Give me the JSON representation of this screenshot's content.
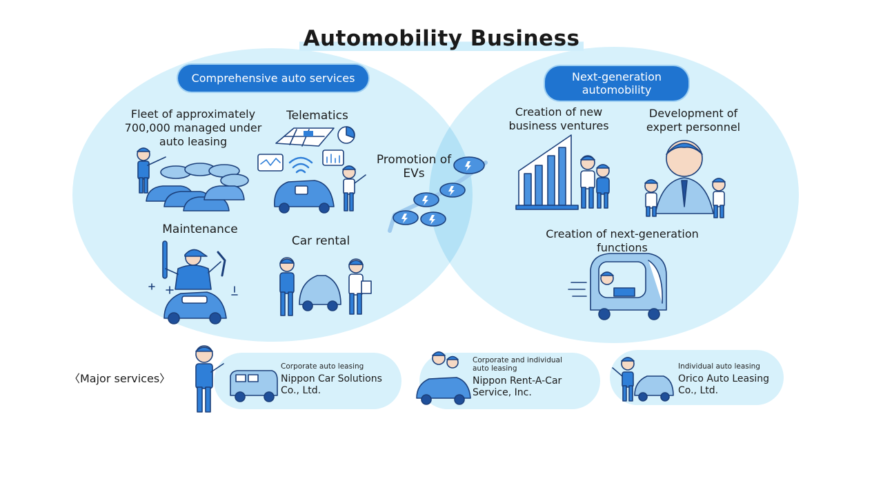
{
  "title": "Automobility Business",
  "colors": {
    "bubble": "#d7f1fb",
    "overlap": "#b4e2f6",
    "accent": "#1f74d0",
    "ink": "#1a1a1a",
    "illustration": "#2f7fd8"
  },
  "left_group": {
    "heading": "Comprehensive auto services",
    "fleet": {
      "line1": "Fleet of approximately",
      "line2": "700,000 managed under",
      "line3": "auto leasing"
    },
    "telematics": "Telematics",
    "maintenance": "Maintenance",
    "car_rental": "Car rental"
  },
  "shared": {
    "line1": "Promotion of",
    "line2": "EVs"
  },
  "right_group": {
    "heading": {
      "line1": "Next-generation",
      "line2": "automobility"
    },
    "ventures": {
      "line1": "Creation of new",
      "line2": "business ventures"
    },
    "personnel": {
      "line1": "Development of",
      "line2": "expert personnel"
    },
    "functions": {
      "line1": "Creation of next-generation",
      "line2": "functions"
    }
  },
  "major_services": {
    "label": "〈Major services〉",
    "items": [
      {
        "tag": "Corporate auto leasing",
        "name_line1": "Nippon Car Solutions",
        "name_line2": "Co., Ltd."
      },
      {
        "tag_line1": "Corporate and individual",
        "tag_line2": "auto leasing",
        "name_line1": "Nippon Rent-A-Car",
        "name_line2": "Service, Inc."
      },
      {
        "tag": "Individual auto leasing",
        "name_line1": "Orico Auto Leasing",
        "name_line2": "Co., Ltd."
      }
    ]
  }
}
